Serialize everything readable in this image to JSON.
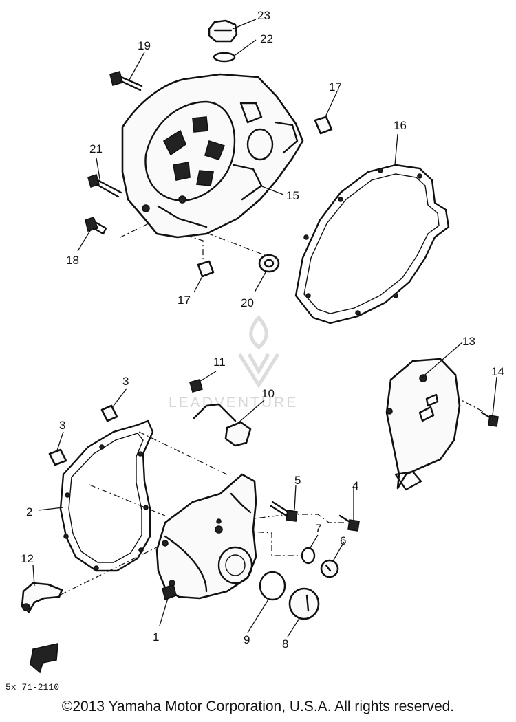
{
  "diagram": {
    "callouts": [
      {
        "id": "1",
        "label": "1"
      },
      {
        "id": "2",
        "label": "2"
      },
      {
        "id": "3a",
        "label": "3"
      },
      {
        "id": "3b",
        "label": "3"
      },
      {
        "id": "4",
        "label": "4"
      },
      {
        "id": "5",
        "label": "5"
      },
      {
        "id": "6",
        "label": "6"
      },
      {
        "id": "7",
        "label": "7"
      },
      {
        "id": "8",
        "label": "8"
      },
      {
        "id": "9",
        "label": "9"
      },
      {
        "id": "10",
        "label": "10"
      },
      {
        "id": "11",
        "label": "11"
      },
      {
        "id": "12",
        "label": "12"
      },
      {
        "id": "13",
        "label": "13"
      },
      {
        "id": "14",
        "label": "14"
      },
      {
        "id": "15",
        "label": "15"
      },
      {
        "id": "16",
        "label": "16"
      },
      {
        "id": "17a",
        "label": "17"
      },
      {
        "id": "17b",
        "label": "17"
      },
      {
        "id": "18",
        "label": "18"
      },
      {
        "id": "19",
        "label": "19"
      },
      {
        "id": "20",
        "label": "20"
      },
      {
        "id": "21",
        "label": "21"
      },
      {
        "id": "22",
        "label": "22"
      },
      {
        "id": "23",
        "label": "23"
      }
    ],
    "drawing_ref": "5x 71-2110",
    "watermark": "LEADVENTURE"
  },
  "footer": {
    "copyright": "©2013 Yamaha Motor Corporation, U.S.A. All rights reserved."
  }
}
